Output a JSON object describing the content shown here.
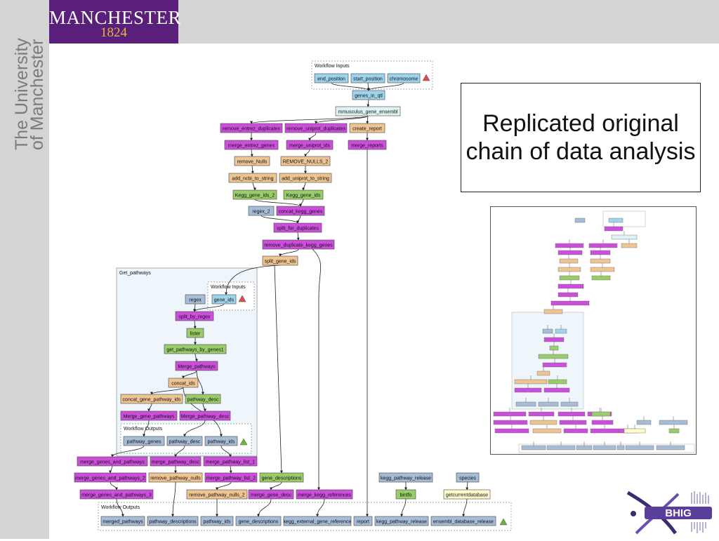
{
  "branding": {
    "manchester": "MANCHESTER",
    "year": "1824",
    "university_line1": "The University",
    "university_line2": "of Manchester",
    "bhig": "BHIG"
  },
  "caption": "Replicated original chain of data analysis",
  "colors": {
    "input": "#9fd3ec",
    "purple": "#cc4fdc",
    "orange": "#efc493",
    "green": "#9acc6a",
    "blue": "#a7bcd6",
    "cyan": "#dff3f3",
    "yellow": "#fffbcc",
    "group": "#eef5fb",
    "logo": "#5a1f7a"
  },
  "diagram": {
    "workflow_inputs_title": "Workflow Inputs",
    "workflow_outputs_title": "Workflow Outputs",
    "get_pathways_title": "Get_pathways",
    "inputs": [
      "end_position",
      "start_position",
      "chromosome"
    ],
    "nodes": {
      "genes_in_qtl": "genes_in_qtl",
      "mmusculus": "mmusculus_gene_ensembl",
      "rm_entrez_dup": "remove_entrez_duplicates",
      "rm_uniprot_dup": "remove_uniprot_duplicates",
      "create_report": "create_report",
      "merge_entrez": "merge_entrez_genes",
      "merge_uniprot": "merge_uniprot_ids",
      "merge_reports": "merge_reports",
      "remove_nulls": "remove_Nulls",
      "remove_nulls2": "REMOVE_NULLS_2",
      "add_ncbi": "add_ncbi_to_string",
      "add_uniprot": "add_uniprot_to_string",
      "kegg_ids2": "Kegg_gene_ids_2",
      "kegg_ids": "Kegg_gene_ids",
      "regex2": "regex_2",
      "concat_kegg": "concat_kegg_genes",
      "split_dup": "split_for_duplicates",
      "rm_dup_kegg": "remove_duplicate_kegg_genes",
      "split_gene_ids": "split_gene_ids",
      "regex": "regex",
      "gene_ids": "gene_ids",
      "split_by_regex": "split_by_regex",
      "lister": "lister",
      "get_pathways": "get_pathways_by_genes1",
      "merge_pathways": "Merge_pathways",
      "concat_ids": "concat_ids",
      "concat_gene_pathway": "concat_gene_pathway_ids",
      "pathway_desc_node": "pathway_desc",
      "merge_gene_pathways": "Merge_gene_pathways",
      "merge_pathway_desc": "Merge_pathway_desc",
      "sub_out_genes": "pathway_genes",
      "sub_out_desc": "pathway_desc",
      "sub_out_ids": "pathway_ids",
      "mgp": "merge_genes_and_pathways",
      "mpd": "merge_pathway_desc",
      "mpl1": "merge_pathway_list_1",
      "mgp2": "merge_genes_and_pathways_2",
      "rpn": "remove_pathway_nulls",
      "mpl2": "merge_pathway_list_2",
      "gene_descriptions": "gene_descriptions",
      "kegg_release": "kegg_pathway_release",
      "species": "species",
      "mgp3": "merge_genes_and_pathways_3",
      "rpn2": "remove_pathway_nulls_2",
      "merge_gene_desc": "merge_gene_desc",
      "merge_kegg_refs": "merge_kegg_references",
      "bintfo": "bintfo",
      "getcurrentdb": "getcurrentdatabase"
    },
    "outputs": [
      "merged_pathways",
      "pathway_descriptions",
      "pathway_ids",
      "gene_descriptions",
      "kegg_external_gene_reference",
      "report",
      "kegg_pathway_release",
      "ensembl_database_release"
    ]
  }
}
